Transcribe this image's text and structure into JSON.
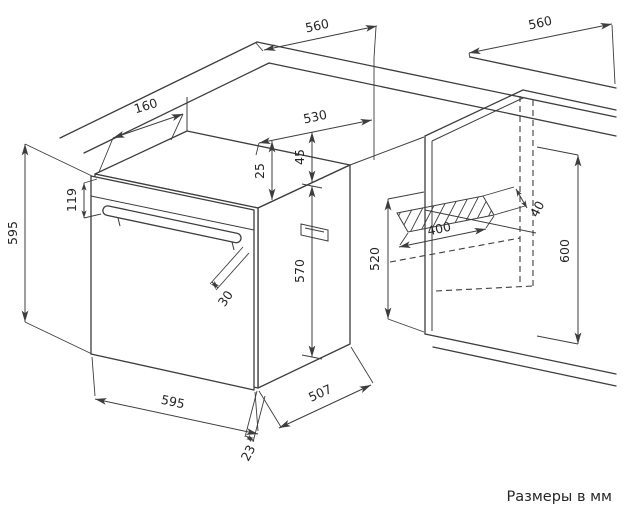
{
  "diagram": {
    "caption": "Размеры в мм",
    "colors": {
      "line": "#3d3d3d",
      "text": "#262626",
      "background": "#ffffff"
    },
    "dims": {
      "counter_depth_560": "560",
      "counter_width_560": "560",
      "top_inset_160": "160",
      "overall_depth_530": "530",
      "clearance_25": "25",
      "clearance_45": "45",
      "handle_offset_119": "119",
      "oven_height_595": "595",
      "front_height_570": "570",
      "niche_front_520": "520",
      "vent_width_400": "400",
      "vent_depth_40": "40",
      "niche_height_600": "600",
      "handle_depth_30": "30",
      "oven_width_595": "595",
      "body_depth_507": "507",
      "door_offset_23": "23"
    }
  }
}
